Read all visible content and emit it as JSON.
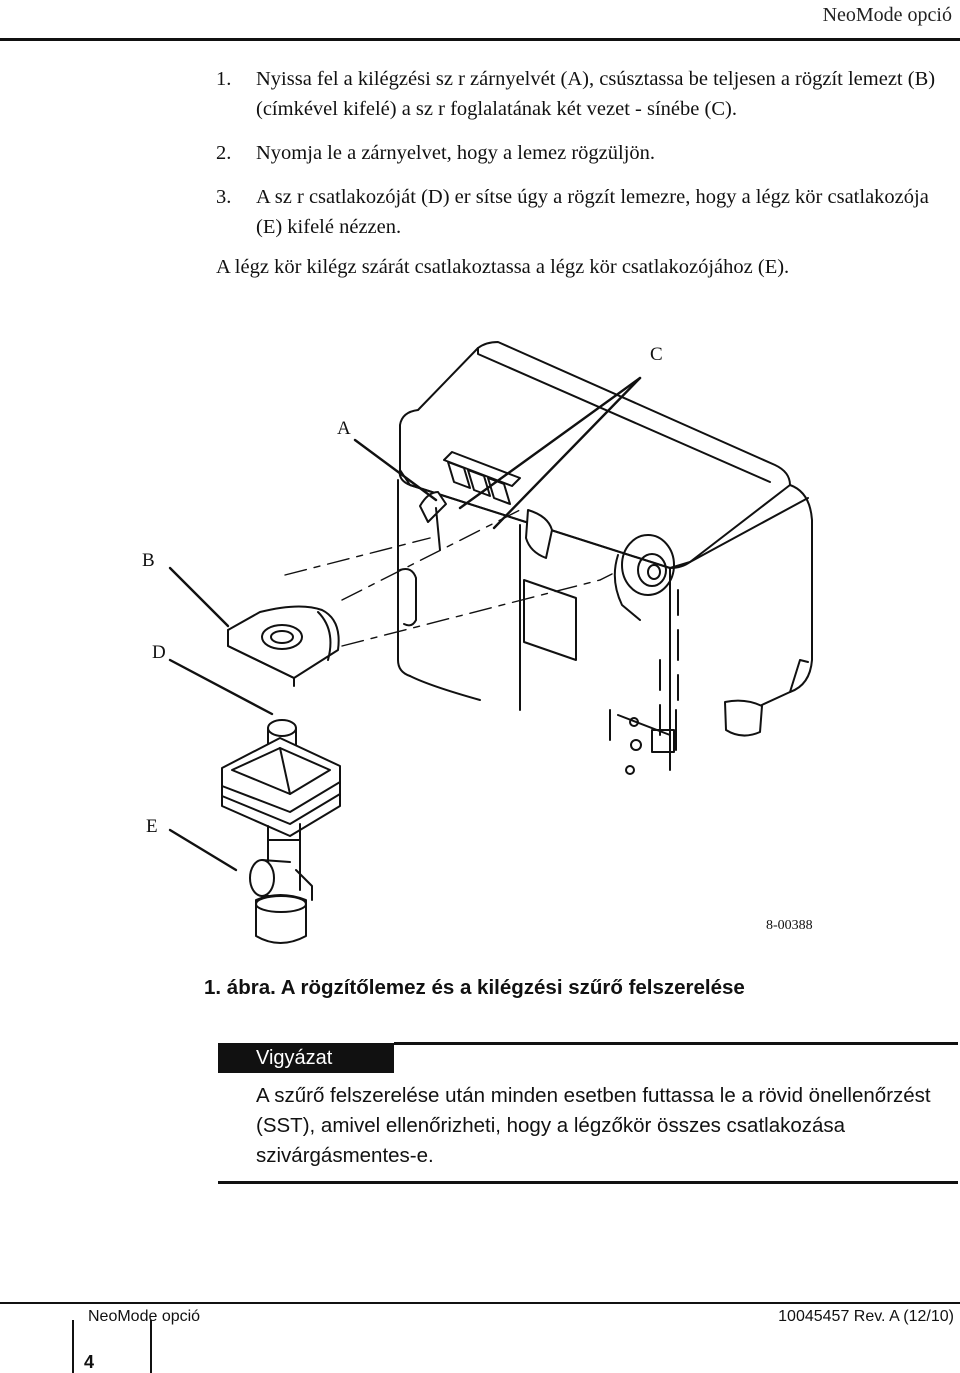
{
  "header": {
    "running_title": "NeoMode opció"
  },
  "steps": [
    {
      "num": "1.",
      "text": "Nyissa fel a kilégzési sz r zárnyelvét (A), csúsztassa be teljesen a rögzít lemezt (B) (címkével kifelé) a sz r foglalatának két vezet - sínébe (C)."
    },
    {
      "num": "2.",
      "text": "Nyomja le a zárnyelvet, hogy a lemez rögzüljön."
    },
    {
      "num": "3.",
      "text": "A sz r csatlakozóját (D) er sítse úgy a rögzít lemezre, hogy a légz kör csatlakozója (E) kifelé nézzen."
    }
  ],
  "step3_note": "A légz kör kilégz szárát csatlakoztassa a légz kör csatlakozójához (E).",
  "figure": {
    "callouts": {
      "A": "A",
      "B": "B",
      "C": "C",
      "D": "D",
      "E": "E"
    },
    "code": "8-00388",
    "caption": "1. ábra. A rögzítőlemez és a kilégzési szűrő felszerelése"
  },
  "caution": {
    "label": "Vigyázat",
    "text": "A szűrő felszerelése után minden esetben futtassa le a rövid önellenőrzést (SST), amivel ellenőrizheti, hogy a légzőkör összes csatlakozása szivárgásmentes-e."
  },
  "footer": {
    "left": "NeoMode opció",
    "right": "10045457 Rev. A (12/10)",
    "page_number": "4"
  }
}
